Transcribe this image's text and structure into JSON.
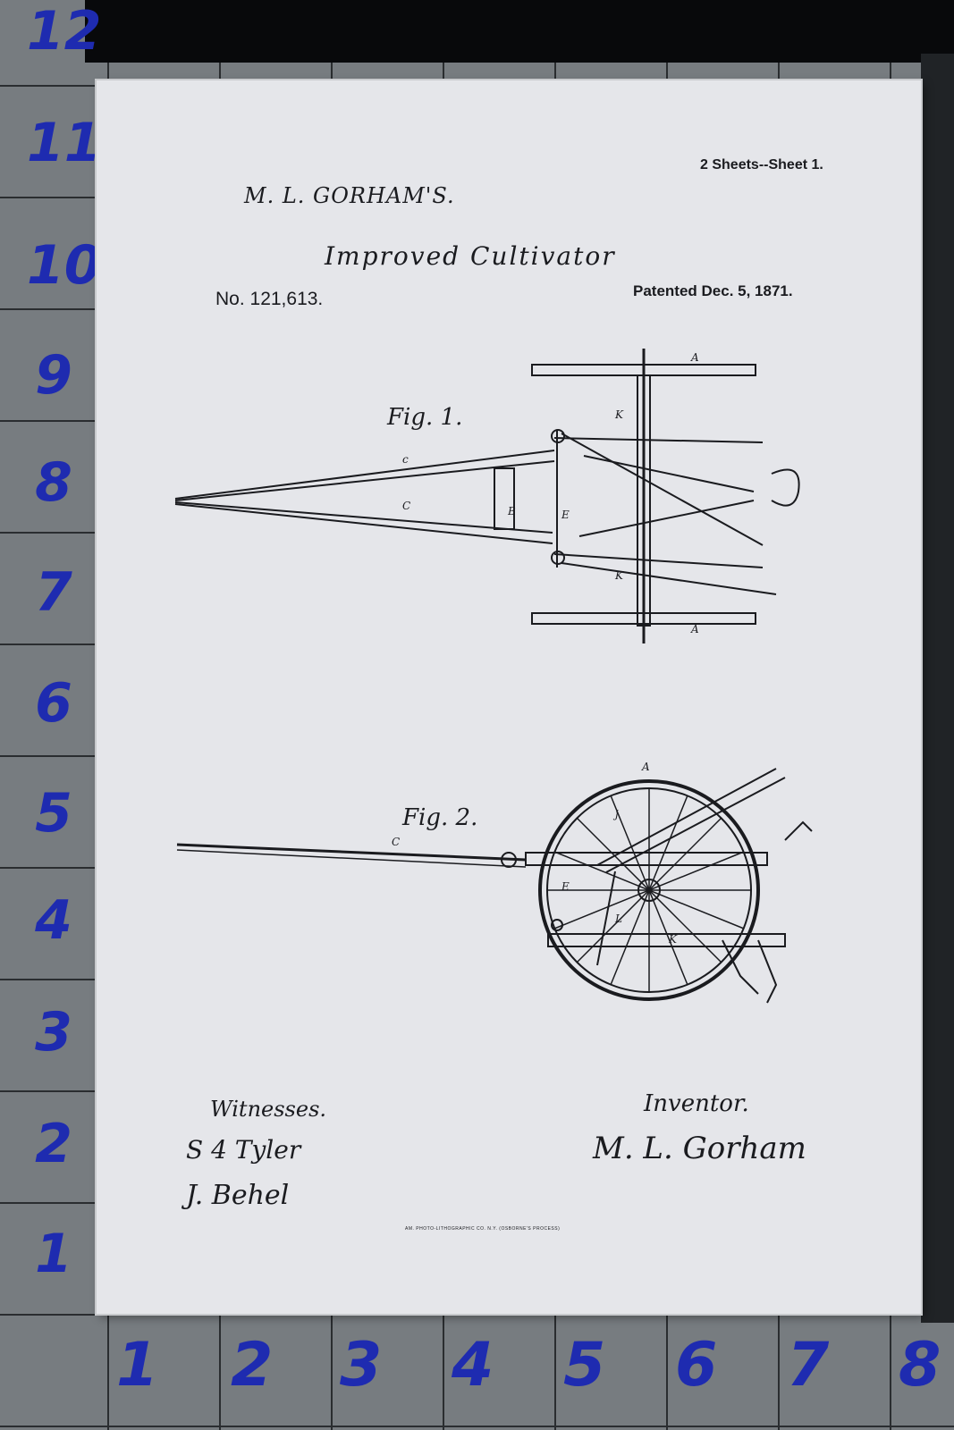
{
  "ruler": {
    "left_numbers": [
      "12",
      "11",
      "10",
      "9",
      "8",
      "7",
      "6",
      "5",
      "4",
      "3",
      "2",
      "1"
    ],
    "bottom_numbers": [
      "1",
      "2",
      "3",
      "4",
      "5",
      "6",
      "7",
      "8"
    ]
  },
  "document": {
    "sheet_label": "2 Sheets--Sheet 1.",
    "inventor_header": "M. L. GORHAM'S.",
    "title": "Improved Cultivator",
    "patent_number": "No. 121,613.",
    "patent_date": "Patented Dec. 5, 1871.",
    "fig1_label": "Fig. 1.",
    "fig2_label": "Fig. 2.",
    "witnesses_label": "Witnesses.",
    "witness_1": "S 4 Tyler",
    "witness_2": "J. Behel",
    "inventor_label": "Inventor.",
    "inventor_signature": "M. L. Gorham",
    "printer_credit": "AM. PHOTO-LITHOGRAPHIC CO. N.Y. (OSBORNE'S PROCESS)"
  },
  "colors": {
    "ruler_digits": "#1e2bb0",
    "paper": "#e5e6ea",
    "ink": "#1a1b1f"
  }
}
